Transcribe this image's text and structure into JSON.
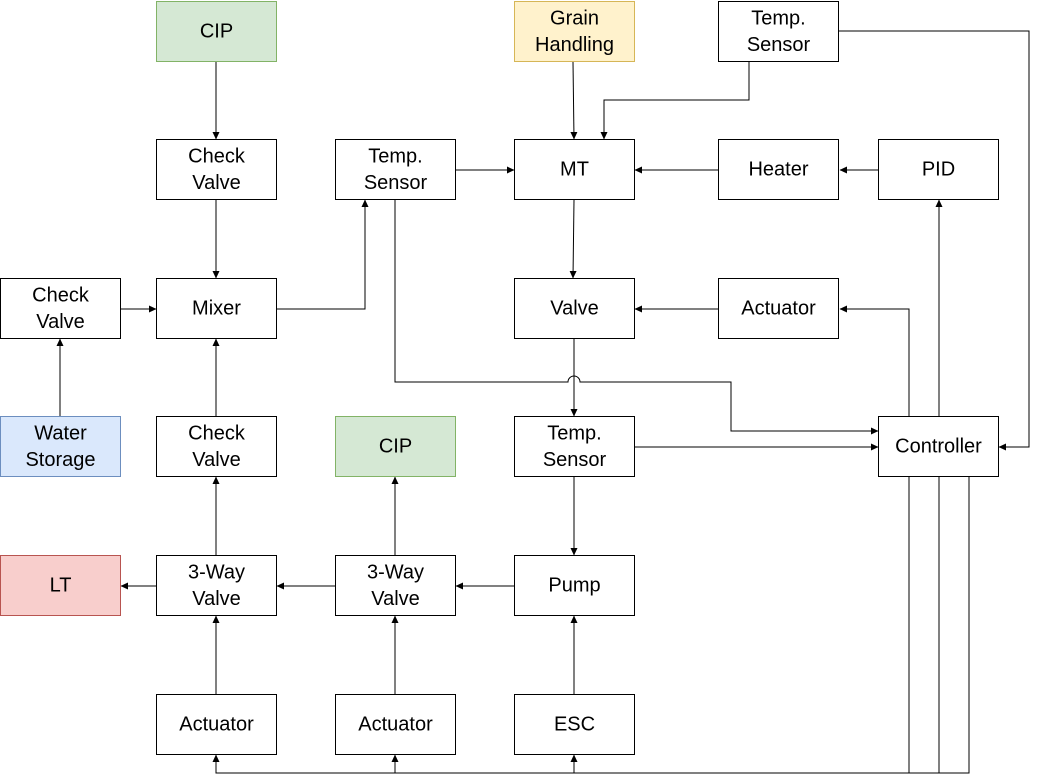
{
  "colors": {
    "default_fill": "#ffffff",
    "default_stroke": "#000000",
    "green_fill": "#d5e8d4",
    "green_stroke": "#82b366",
    "yellow_fill": "#fff2cc",
    "yellow_stroke": "#d6b656",
    "blue_fill": "#dae8fc",
    "blue_stroke": "#6c8ebf",
    "red_fill": "#f8cecc",
    "red_stroke": "#b85450"
  },
  "nodes": [
    {
      "id": "cip_top",
      "lines": [
        "CIP"
      ],
      "style": "green"
    },
    {
      "id": "grain_handling",
      "lines": [
        "Grain",
        "Handling"
      ],
      "style": "yellow"
    },
    {
      "id": "temp_sensor_top",
      "lines": [
        "Temp.",
        "Sensor"
      ],
      "style": "default"
    },
    {
      "id": "check_valve_top",
      "lines": [
        "Check",
        "Valve"
      ],
      "style": "default"
    },
    {
      "id": "temp_sensor_mid",
      "lines": [
        "Temp.",
        "Sensor"
      ],
      "style": "default"
    },
    {
      "id": "mt",
      "lines": [
        "MT"
      ],
      "style": "default"
    },
    {
      "id": "heater",
      "lines": [
        "Heater"
      ],
      "style": "default"
    },
    {
      "id": "pid",
      "lines": [
        "PID"
      ],
      "style": "default"
    },
    {
      "id": "check_valve_left",
      "lines": [
        "Check",
        "Valve"
      ],
      "style": "default"
    },
    {
      "id": "mixer",
      "lines": [
        "Mixer"
      ],
      "style": "default"
    },
    {
      "id": "valve",
      "lines": [
        "Valve"
      ],
      "style": "default"
    },
    {
      "id": "actuator_right",
      "lines": [
        "Actuator"
      ],
      "style": "default"
    },
    {
      "id": "water_storage",
      "lines": [
        "Water",
        "Storage"
      ],
      "style": "blue"
    },
    {
      "id": "check_valve_lower",
      "lines": [
        "Check",
        "Valve"
      ],
      "style": "default"
    },
    {
      "id": "cip_mid",
      "lines": [
        "CIP"
      ],
      "style": "green"
    },
    {
      "id": "temp_sensor_low",
      "lines": [
        "Temp.",
        "Sensor"
      ],
      "style": "default"
    },
    {
      "id": "controller",
      "lines": [
        "Controller"
      ],
      "style": "default"
    },
    {
      "id": "lt",
      "lines": [
        "LT"
      ],
      "style": "red"
    },
    {
      "id": "three_way_left",
      "lines": [
        "3-Way",
        "Valve"
      ],
      "style": "default"
    },
    {
      "id": "three_way_right",
      "lines": [
        "3-Way",
        "Valve"
      ],
      "style": "default"
    },
    {
      "id": "pump",
      "lines": [
        "Pump"
      ],
      "style": "default"
    },
    {
      "id": "actuator_left",
      "lines": [
        "Actuator"
      ],
      "style": "default"
    },
    {
      "id": "actuator_mid",
      "lines": [
        "Actuator"
      ],
      "style": "default"
    },
    {
      "id": "esc",
      "lines": [
        "ESC"
      ],
      "style": "default"
    }
  ],
  "edges": [
    {
      "from": "cip_top",
      "to": "check_valve_top"
    },
    {
      "from": "check_valve_top",
      "to": "mixer"
    },
    {
      "from": "check_valve_left",
      "to": "mixer"
    },
    {
      "from": "water_storage",
      "to": "check_valve_left"
    },
    {
      "from": "check_valve_lower",
      "to": "mixer"
    },
    {
      "from": "three_way_left",
      "to": "check_valve_lower"
    },
    {
      "from": "three_way_left",
      "to": "lt"
    },
    {
      "from": "three_way_right",
      "to": "three_way_left"
    },
    {
      "from": "three_way_right",
      "to": "cip_mid"
    },
    {
      "from": "pump",
      "to": "three_way_right"
    },
    {
      "from": "esc",
      "to": "pump"
    },
    {
      "from": "actuator_left",
      "to": "three_way_left"
    },
    {
      "from": "actuator_mid",
      "to": "three_way_right"
    },
    {
      "from": "mixer",
      "to": "temp_sensor_mid"
    },
    {
      "from": "temp_sensor_mid",
      "to": "mt"
    },
    {
      "from": "grain_handling",
      "to": "mt"
    },
    {
      "from": "temp_sensor_top",
      "to": "mt"
    },
    {
      "from": "temp_sensor_top",
      "to": "controller"
    },
    {
      "from": "heater",
      "to": "mt"
    },
    {
      "from": "pid",
      "to": "heater"
    },
    {
      "from": "mt",
      "to": "valve"
    },
    {
      "from": "actuator_right",
      "to": "valve"
    },
    {
      "from": "valve",
      "to": "temp_sensor_low"
    },
    {
      "from": "temp_sensor_low",
      "to": "pump"
    },
    {
      "from": "temp_sensor_low",
      "to": "controller"
    },
    {
      "from": "temp_sensor_mid",
      "to": "controller"
    },
    {
      "from": "controller",
      "to": "pid"
    },
    {
      "from": "controller",
      "to": "actuator_right"
    },
    {
      "from": "controller",
      "to": "actuator_left"
    },
    {
      "from": "controller",
      "to": "actuator_mid"
    },
    {
      "from": "controller",
      "to": "esc"
    }
  ]
}
